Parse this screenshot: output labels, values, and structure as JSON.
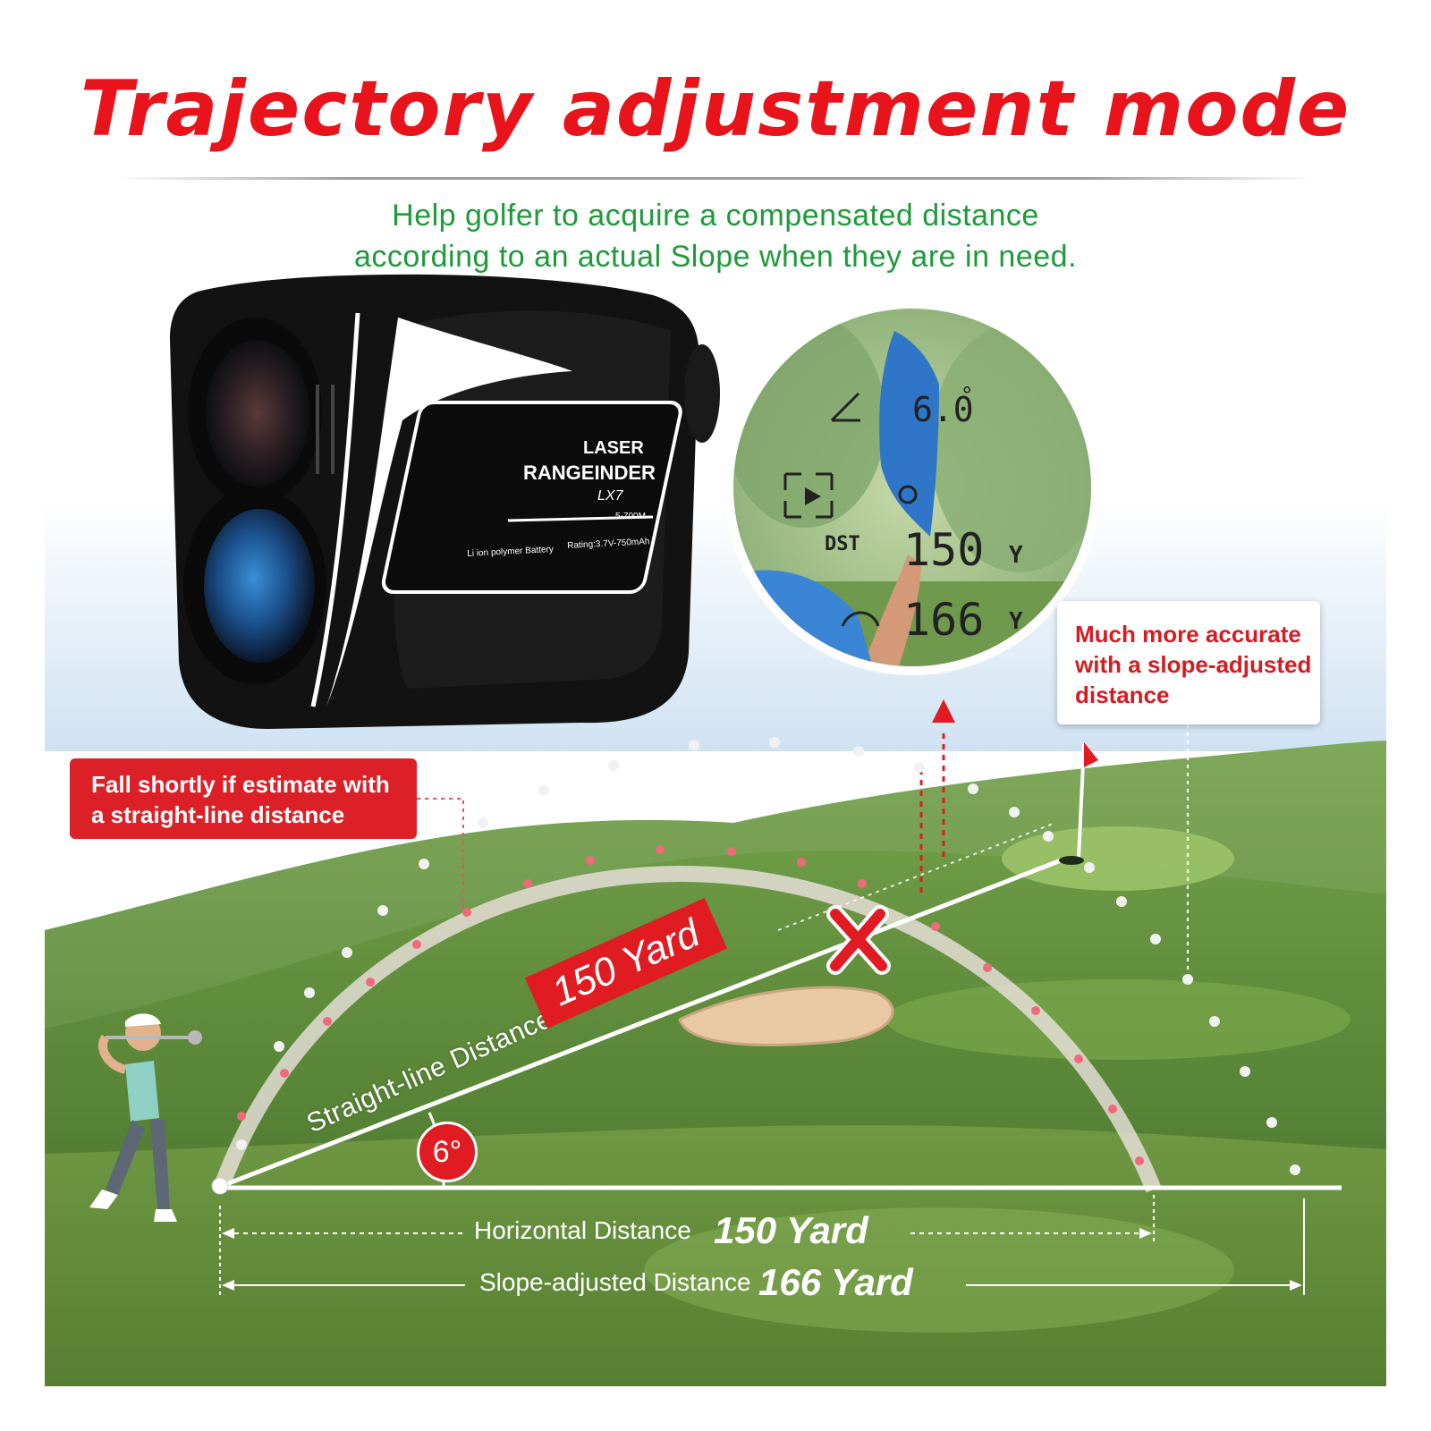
{
  "title": "Trajectory adjustment mode",
  "subtitle": {
    "line1": "Help golfer to acquire a compensated distance",
    "line2": "according to an actual Slope when they are in need."
  },
  "device": {
    "line1": "LASER",
    "line2": "RANGEINDER",
    "model": "LX7",
    "range": "5-700M",
    "battery": "Li ion polymer Battery",
    "rating": "Rating:3.7V-750mAh"
  },
  "scope": {
    "angle_value": "6.0",
    "angle_unit": "°",
    "dst_label": "DST",
    "dst_value": "150",
    "dst_unit": "Y",
    "slope_value": "166",
    "slope_unit": "Y"
  },
  "callouts": {
    "fall_line1": "Fall shortly if estimate with",
    "fall_line2": "a straight-line distance",
    "accurate_line1": "Much more accurate",
    "accurate_line2": "with a slope-adjusted",
    "accurate_line3": "distance"
  },
  "diagram": {
    "straight_label": "Straight-line Distance",
    "straight_value": "150 Yard",
    "miss_mark": "X",
    "angle": "6°",
    "horizontal_label": "Horizontal Distance",
    "horizontal_value": "150 Yard",
    "slope_label": "Slope-adjusted Distance",
    "slope_value": "166 Yard"
  },
  "colors": {
    "title_red": "#e8131b",
    "subtitle_green": "#1f9a3a",
    "badge_red": "#e01c22"
  }
}
